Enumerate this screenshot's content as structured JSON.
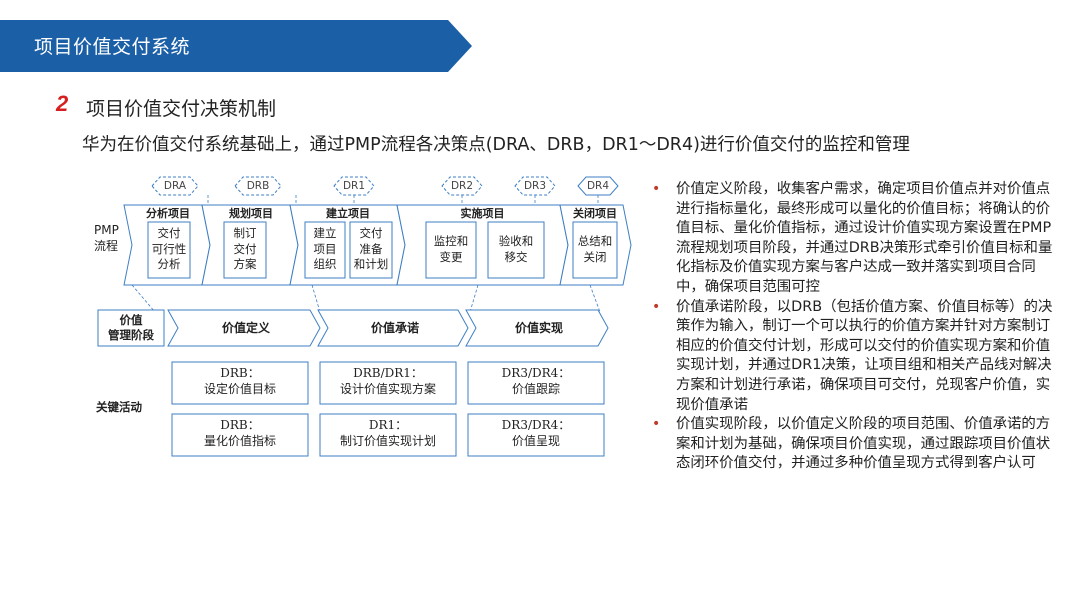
{
  "header": {
    "title": "项目价值交付系统",
    "color": "#1b5fa6"
  },
  "section": {
    "number": "2",
    "title": "项目价值交付决策机制"
  },
  "subtitle": "华为在价值交付系统基础上，通过PMP流程各决策点(DRA、DRB，DR1～DR4)进行价值交付的监控和管理",
  "diagram": {
    "decision_points": [
      "DRA",
      "DRB",
      "DR1",
      "DR2",
      "DR3",
      "DR4"
    ],
    "pmp_label": [
      "PMP",
      "流程"
    ],
    "phases": [
      {
        "label": "分析项目",
        "boxes": [
          [
            "交付",
            "可行性",
            "分析"
          ]
        ]
      },
      {
        "label": "规划项目",
        "boxes": [
          [
            "制订",
            "交付",
            "方案"
          ]
        ]
      },
      {
        "label": "建立项目",
        "boxes": [
          [
            "建立",
            "项目",
            "组织"
          ],
          [
            "交付",
            "准备",
            "和计划"
          ]
        ]
      },
      {
        "label": "实施项目",
        "boxes": [
          [
            "监控和",
            "变更"
          ],
          [
            "验收和",
            "移交"
          ]
        ]
      },
      {
        "label": "关闭项目",
        "boxes": [
          [
            "总结和",
            "关闭"
          ]
        ]
      }
    ],
    "value_mgmt_label": [
      "价值",
      "管理阶段"
    ],
    "value_stages": [
      "价值定义",
      "价值承诺",
      "价值实现"
    ],
    "key_activities_label": "关键活动",
    "activities": [
      [
        "DRB：",
        "设定价值目标"
      ],
      [
        "DRB/DR1：",
        "设计价值实现方案"
      ],
      [
        "DR3/DR4：",
        "价值跟踪"
      ],
      [
        "DRB：",
        "量化价值指标"
      ],
      [
        "DR1：",
        "制订价值实现计划"
      ],
      [
        "DR3/DR4：",
        "价值呈现"
      ]
    ],
    "accent": "#3d7fc4"
  },
  "bullets": [
    "价值定义阶段，收集客户需求，确定项目价值点并对价值点进行指标量化，最终形成可以量化的价值目标；将确认的价值目标、量化价值指标，通过设计价值实现方案设置在PMP流程规划项目阶段，并通过DRB决策形式牵引价值目标和量化指标及价值实现方案与客户达成一致并落实到项目合同中，确保项目范围可控",
    "价值承诺阶段，以DRB（包括价值方案、价值目标等）的决策作为输入，制订一个可以执行的价值方案并针对方案制订相应的价值交付计划，形成可以交付的价值实现方案和价值实现计划，并通过DR1决策，让项目组和相关产品线对解决方案和计划进行承诺，确保项目可交付，兑现客户价值，实现价值承诺",
    "价值实现阶段，以价值定义阶段的项目范围、价值承诺的方案和计划为基础，确保项目价值实现，通过跟踪项目价值状态闭环价值交付，并通过多种价值呈现方式得到客户认可"
  ],
  "bullet_color": "#c0392b"
}
